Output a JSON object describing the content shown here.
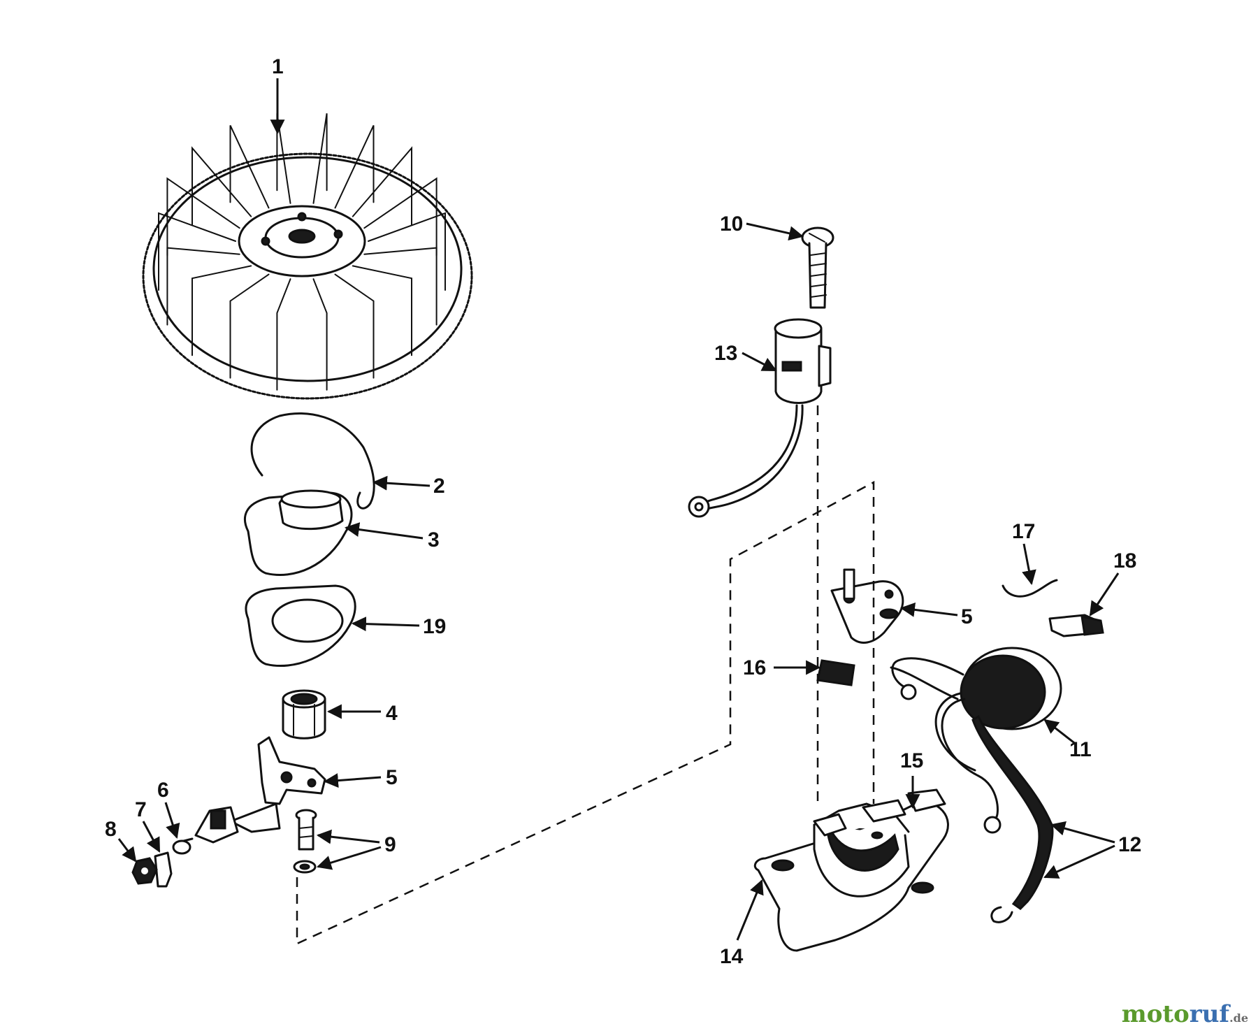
{
  "callouts": {
    "c1": "1",
    "c2": "2",
    "c3": "3",
    "c4": "4",
    "c5a": "5",
    "c5b": "5",
    "c6": "6",
    "c7": "7",
    "c8": "8",
    "c9": "9",
    "c10": "10",
    "c11": "11",
    "c12": "12",
    "c13": "13",
    "c14": "14",
    "c15": "15",
    "c16": "16",
    "c17": "17",
    "c18": "18",
    "c19": "19"
  },
  "watermark": {
    "part1": "moto",
    "part2": "ruf",
    "part3": ".de"
  },
  "colors": {
    "ink": "#111111",
    "paper": "#ffffff",
    "watermark_green": "#5a9a2c",
    "watermark_blue": "#3a6fb0"
  }
}
